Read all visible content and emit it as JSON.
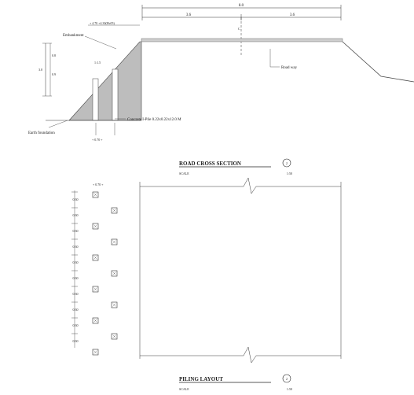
{
  "cross_section": {
    "dim_total": "8.0",
    "dim_left": "3.6",
    "dim_right": "3.6",
    "centerline": "C",
    "top_level": "+ 4.70 +4.30(Hc05)",
    "embankment_label": "Embankment",
    "roadway_label": "Road way",
    "slope_label": "1:1.5",
    "dim_h1": "0.8",
    "dim_h2": "0.9",
    "dim_h_total": "3.0",
    "earth_label": "Earth foundation",
    "pile_label": "Concrete I-Pile  0.22x0.22x12.0 M",
    "base_level": "+ 0.70 +",
    "title": "ROAD CROSS SECTION",
    "title_num": "2",
    "scale_label": "SCALE",
    "scale_value": "1:50"
  },
  "piling": {
    "top_level": "+ 0.70 +",
    "spacing_labels": [
      "0.30",
      "0.30",
      "0.30",
      "0.30",
      "0.30",
      "0.30",
      "0.30",
      "0.30",
      "0.30",
      "0.30"
    ],
    "title": "PILING LAYOUT",
    "title_num": "2",
    "scale_label": "SCALE",
    "scale_value": "1:50"
  }
}
